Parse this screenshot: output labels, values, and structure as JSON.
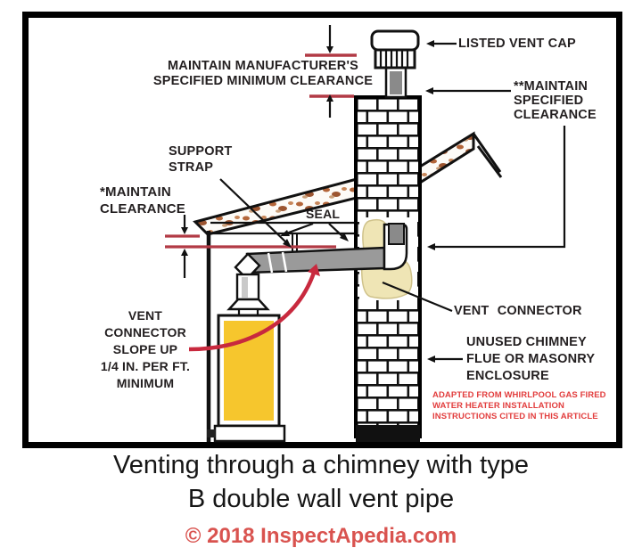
{
  "colors": {
    "label_text": "#231f20",
    "red_line": "#b23a45",
    "red_arrow": "#c8293e",
    "red_note_text": "#e23d3d",
    "copyright_red": "#d9534f",
    "heater_yellow": "#f6c62d",
    "seal_cream": "#efe5b5",
    "pipe_gray": "#9a9a9a",
    "insulation_brown": "#b4663a"
  },
  "diagram": {
    "labels": {
      "manufacturer_clearance": "MAINTAIN MANUFACTURER'S\nSPECIFIED MINIMUM CLEARANCE",
      "listed_vent_cap": "LISTED VENT CAP",
      "maintain_specified_clearance": "**MAINTAIN\nSPECIFIED\nCLEARANCE",
      "support_strap": "SUPPORT\nSTRAP",
      "maintain_clearance": "*MAINTAIN\nCLEARANCE",
      "seal": "SEAL",
      "vent_connector": "VENT CONNECTOR",
      "slope_note": "VENT\nCONNECTOR\nSLOPE UP\n1/4 IN. PER FT.\nMINIMUM",
      "unused_chimney": "UNUSED CHIMNEY\nFLUE OR MASONRY\nENCLOSURE",
      "adapted_note": "ADAPTED FROM WHIRLPOOL GAS FIRED\nWATER HEATER INSTALLATION\nINSTRUCTIONS CITED IN THIS ARTICLE"
    }
  },
  "caption": {
    "title": "Venting through a chimney with type\nB double wall vent pipe",
    "copyright": "© 2018 InspectApedia.com"
  }
}
